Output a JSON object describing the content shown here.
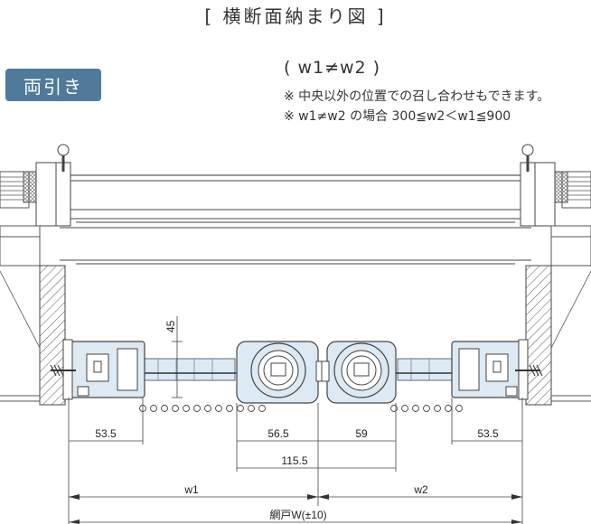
{
  "title": "[ 横断面納まり図 ]",
  "badge": "両引き",
  "formula": "( w1≠w2 )",
  "notes": [
    "※ 中央以外の位置での召し合わせもできます。",
    "※  w1≠w2 の場合 300≦w2＜w1≦900"
  ],
  "dims": {
    "d45": "45",
    "d53_left": "53.5",
    "d56_5": "56.5",
    "d59": "59",
    "d53_right": "53.5",
    "d115_5": "115.5",
    "w1": "w1",
    "w2": "w2",
    "total": "網戸W(±10)"
  }
}
